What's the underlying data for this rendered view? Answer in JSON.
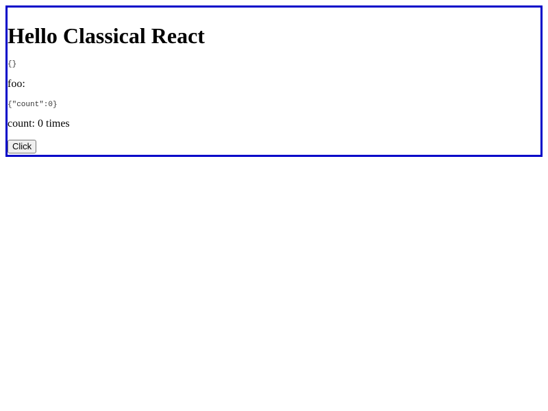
{
  "app": {
    "title": "Hello Classical React",
    "props_json": "{}",
    "foo_label": "foo:",
    "state_json": "{\"count\":0}",
    "count_text": "count: 0 times",
    "button_label": "Click",
    "border_color": "#0000c8"
  }
}
